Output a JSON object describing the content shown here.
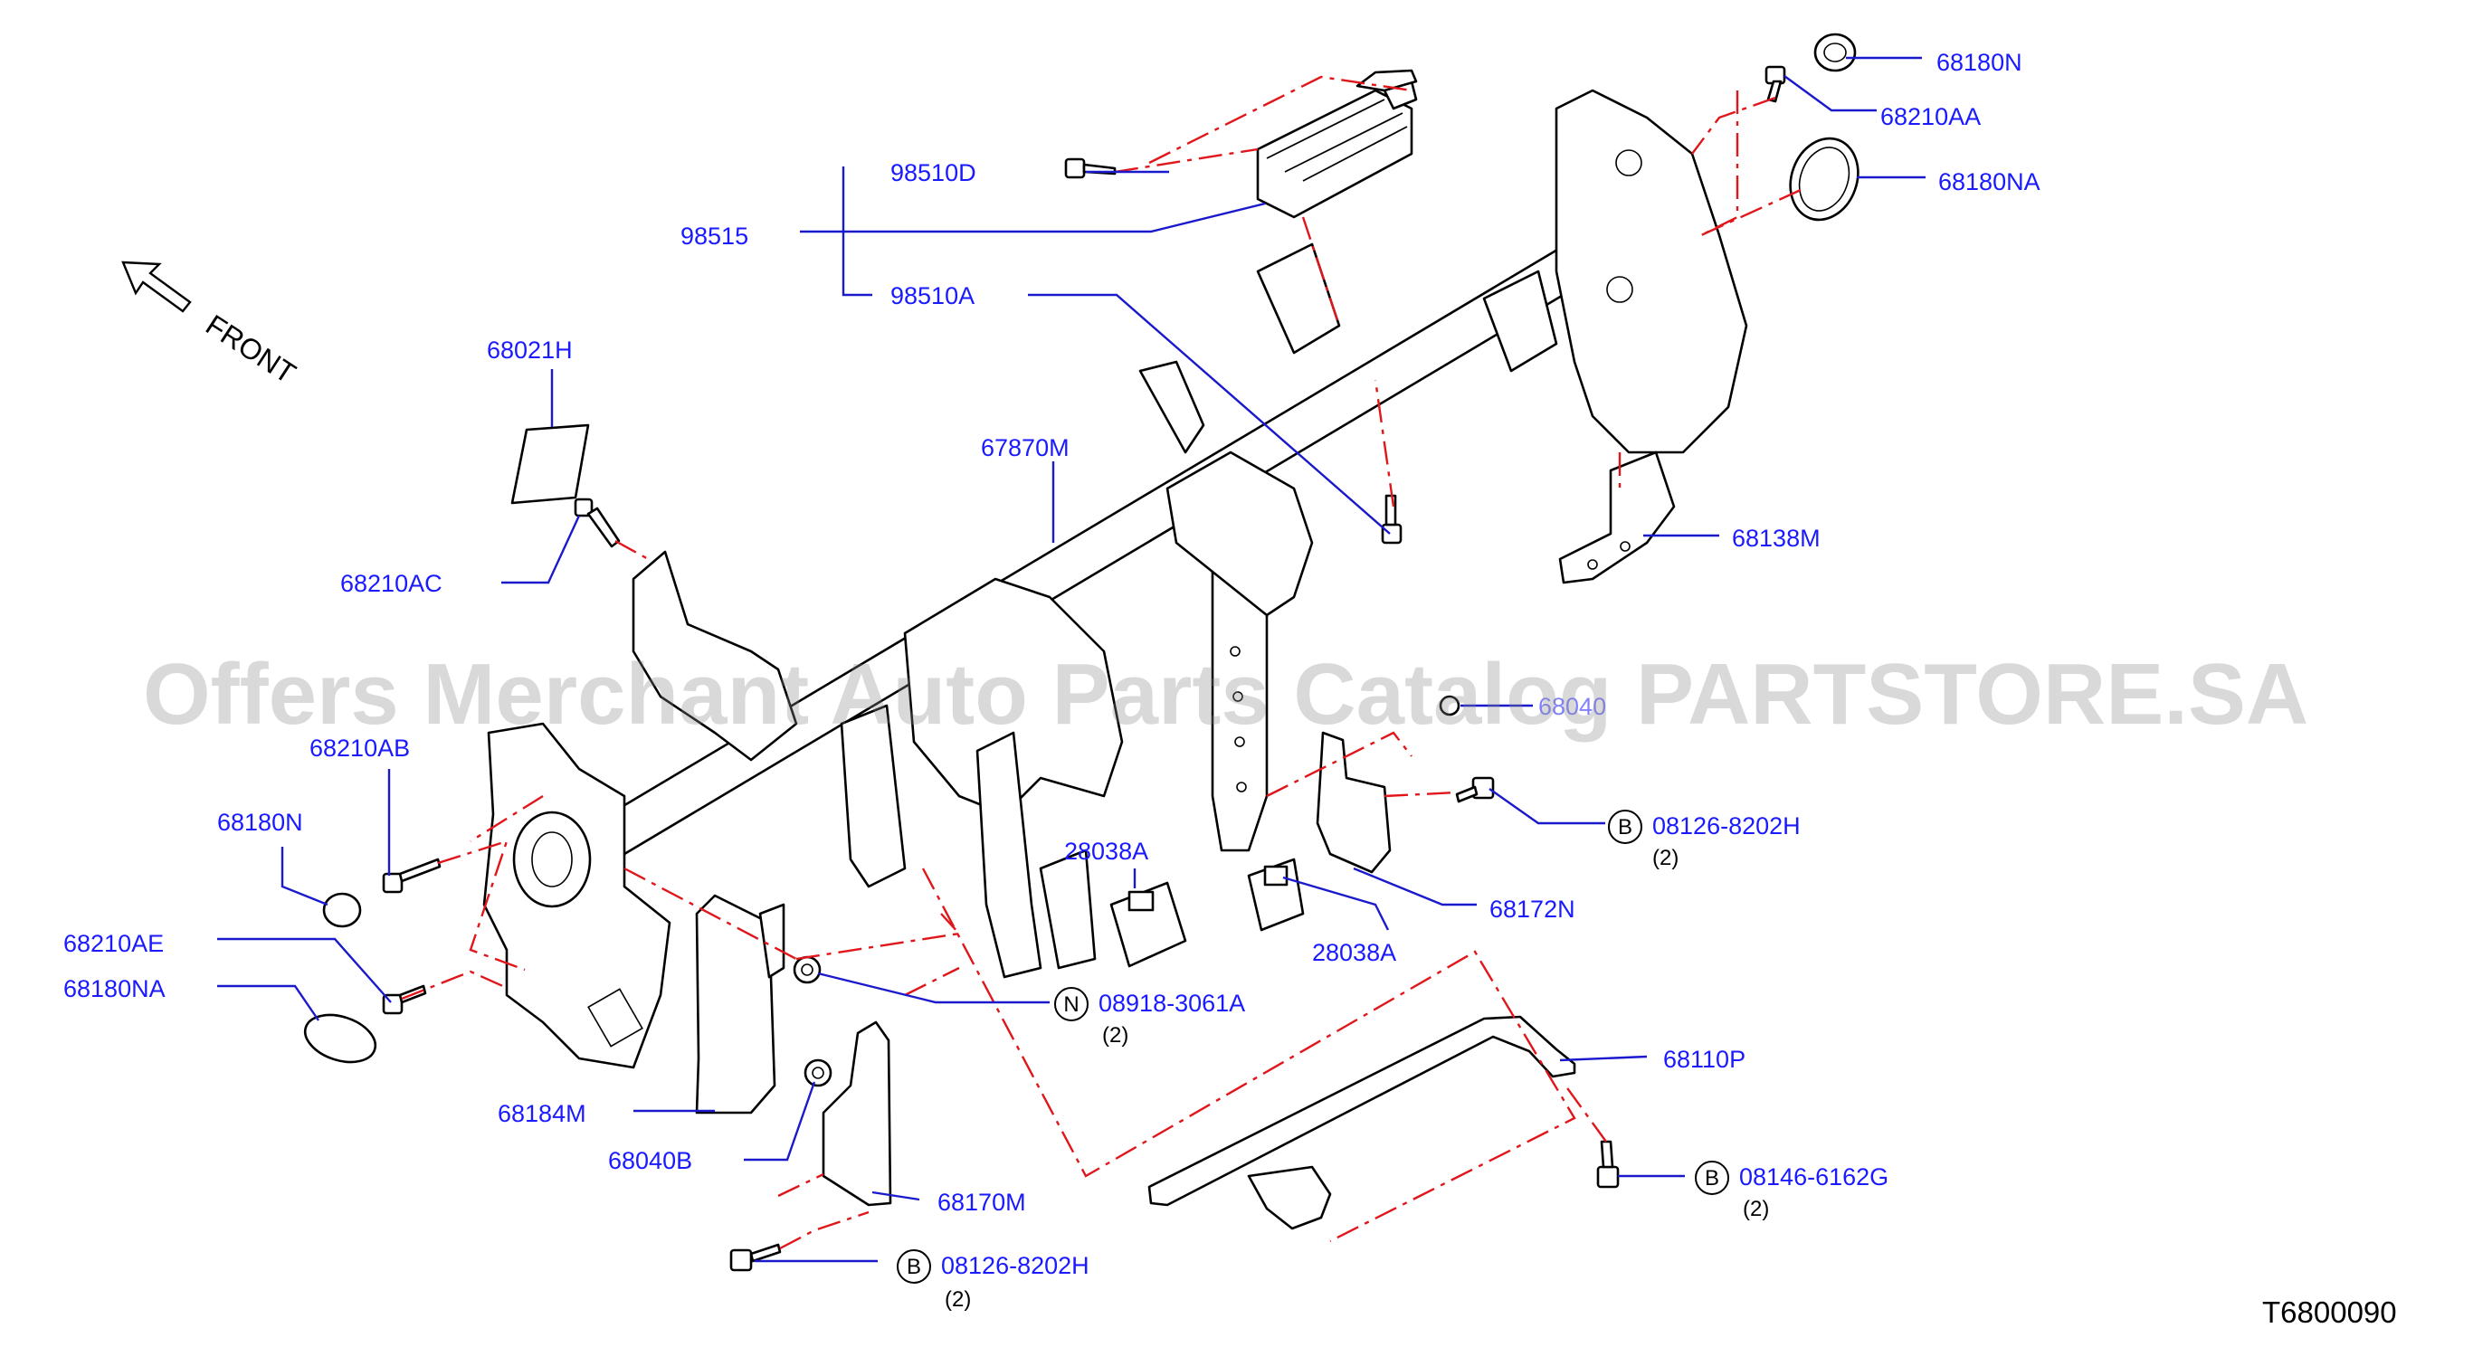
{
  "diagram": {
    "front_label": "FRONT",
    "drawing_code": "T6800090",
    "watermark": "Offers Merchant Auto Parts Catalog PARTSTORE.SA",
    "labels": [
      {
        "id": "68180N_top",
        "text": "68180N"
      },
      {
        "id": "68210AA",
        "text": "68210AA"
      },
      {
        "id": "68180NA_top",
        "text": "68180NA"
      },
      {
        "id": "98510D",
        "text": "98510D"
      },
      {
        "id": "98515",
        "text": "98515"
      },
      {
        "id": "98510A",
        "text": "98510A"
      },
      {
        "id": "68021H",
        "text": "68021H"
      },
      {
        "id": "67870M",
        "text": "67870M"
      },
      {
        "id": "68210AC",
        "text": "68210AC"
      },
      {
        "id": "68138M",
        "text": "68138M"
      },
      {
        "id": "68210AB",
        "text": "68210AB"
      },
      {
        "id": "68180N_left",
        "text": "68180N"
      },
      {
        "id": "68210AE",
        "text": "68210AE"
      },
      {
        "id": "68180NA_left",
        "text": "68180NA"
      },
      {
        "id": "28038A_a",
        "text": "28038A"
      },
      {
        "id": "28038A_b",
        "text": "28038A"
      },
      {
        "id": "08126-8202H_a",
        "text": "08126-8202H"
      },
      {
        "id": "68172N",
        "text": "68172N"
      },
      {
        "id": "08918-3061A",
        "text": "08918-3061A"
      },
      {
        "id": "68110P",
        "text": "68110P"
      },
      {
        "id": "68184M",
        "text": "68184M"
      },
      {
        "id": "68040B",
        "text": "68040B"
      },
      {
        "id": "68170M",
        "text": "68170M"
      },
      {
        "id": "08146-6162G",
        "text": "08146-6162G"
      },
      {
        "id": "08126-8202H_b",
        "text": "08126-8202H"
      },
      {
        "id": "68040_partial",
        "text": "68040"
      }
    ],
    "badges": [
      {
        "id": "b1",
        "letter": "B"
      },
      {
        "id": "n1",
        "letter": "N"
      },
      {
        "id": "b2",
        "letter": "B"
      },
      {
        "id": "b3",
        "letter": "B"
      }
    ],
    "quantities": [
      {
        "id": "q1",
        "text": "(2)"
      },
      {
        "id": "q2",
        "text": "(2)"
      },
      {
        "id": "q3",
        "text": "(2)"
      },
      {
        "id": "q4",
        "text": "(2)"
      }
    ],
    "colors": {
      "label": "#1a1aff",
      "leader": "#1a1acc",
      "dash": "#e0161b",
      "line": "#000000"
    }
  }
}
